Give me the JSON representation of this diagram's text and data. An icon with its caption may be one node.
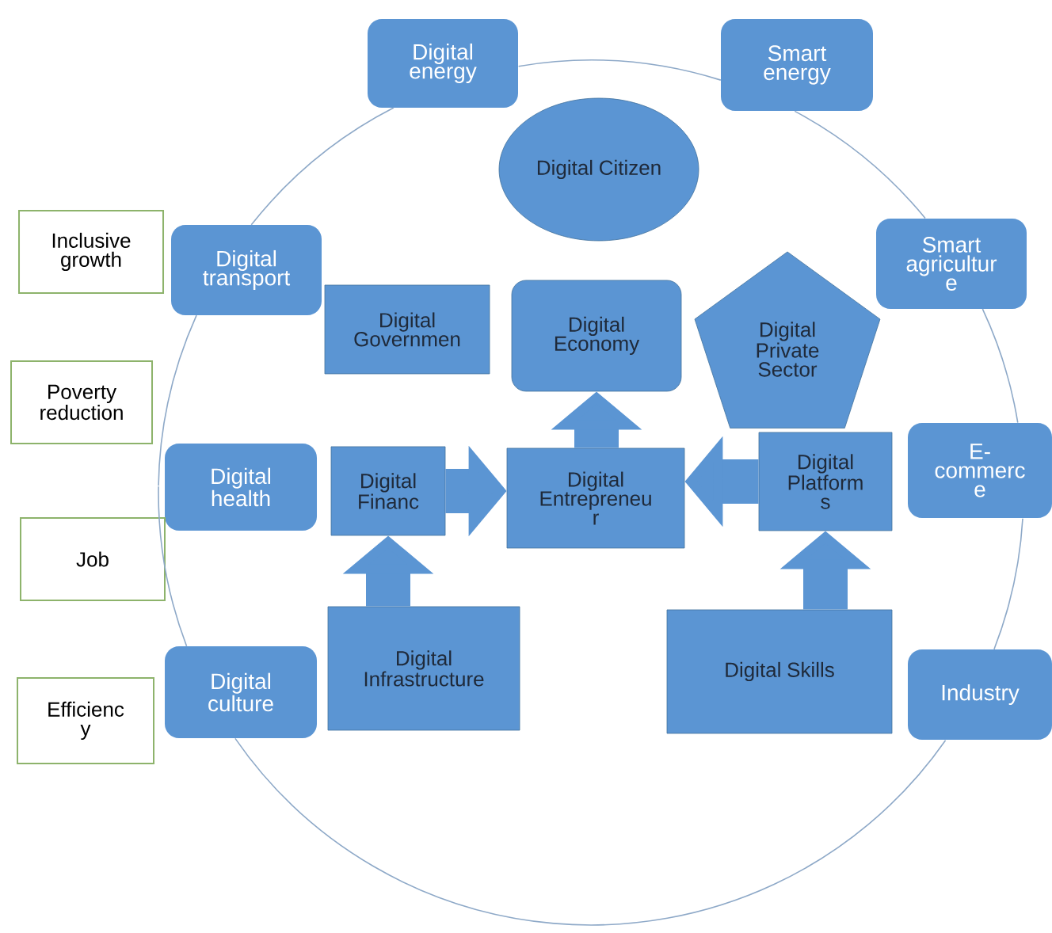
{
  "diagram": {
    "nodes": [
      {
        "text": [
          "Digital energy"
        ]
      },
      {
        "text": [
          "Smart energy"
        ]
      },
      {
        "text": [
          "Digital Citizen"
        ]
      },
      {
        "text": [
          "Inclusive growth"
        ]
      },
      {
        "text": [
          "Digital transport"
        ]
      },
      {
        "text": [
          "Digital Private Sector"
        ]
      },
      {
        "text": [
          "Smart agricultur e"
        ]
      },
      {
        "text": [
          "Digital Governmen"
        ]
      },
      {
        "text": [
          "Digital Economy"
        ]
      },
      {
        "text": [
          "Poverty reduction"
        ]
      },
      {
        "text": [
          "Digital health"
        ]
      },
      {
        "text": [
          "Digital Financ"
        ]
      },
      {
        "text": [
          "Digital Entrepreneu r"
        ]
      },
      {
        "text": [
          "Digital Platform s"
        ]
      },
      {
        "text": [
          "E- commerc e"
        ]
      },
      {
        "text": [
          "Job"
        ]
      },
      {
        "text": [
          "Digital culture"
        ]
      },
      {
        "text": [
          "Digital Infrastructure"
        ]
      },
      {
        "text": [
          "Digital Skills"
        ]
      },
      {
        "text": [
          "Efficienc y"
        ]
      },
      {
        "text": [
          "Industry"
        ]
      }
    ],
    "edges": [
      {
        "from": 17,
        "to": 11,
        "arrow": "to",
        "style": "thick"
      },
      {
        "from": 11,
        "to": 12,
        "arrow": "to",
        "style": "thick"
      },
      {
        "from": 12,
        "to": 8,
        "arrow": "to",
        "style": "thick"
      },
      {
        "from": 13,
        "to": 12,
        "arrow": "to",
        "style": "thick"
      },
      {
        "from": 18,
        "to": 13,
        "arrow": "to",
        "style": "thick"
      },
      {
        "from": 0,
        "to": 1,
        "arrow": "none"
      },
      {
        "from": 1,
        "to": 6,
        "arrow": "none"
      },
      {
        "from": 6,
        "to": 14,
        "arrow": "none"
      },
      {
        "from": 14,
        "to": 20,
        "arrow": "none"
      },
      {
        "from": 20,
        "to": 16,
        "arrow": "none"
      },
      {
        "from": 16,
        "to": 10,
        "arrow": "none"
      },
      {
        "from": 10,
        "to": 4,
        "arrow": "none"
      },
      {
        "from": 4,
        "to": 0,
        "arrow": "none"
      }
    ]
  }
}
